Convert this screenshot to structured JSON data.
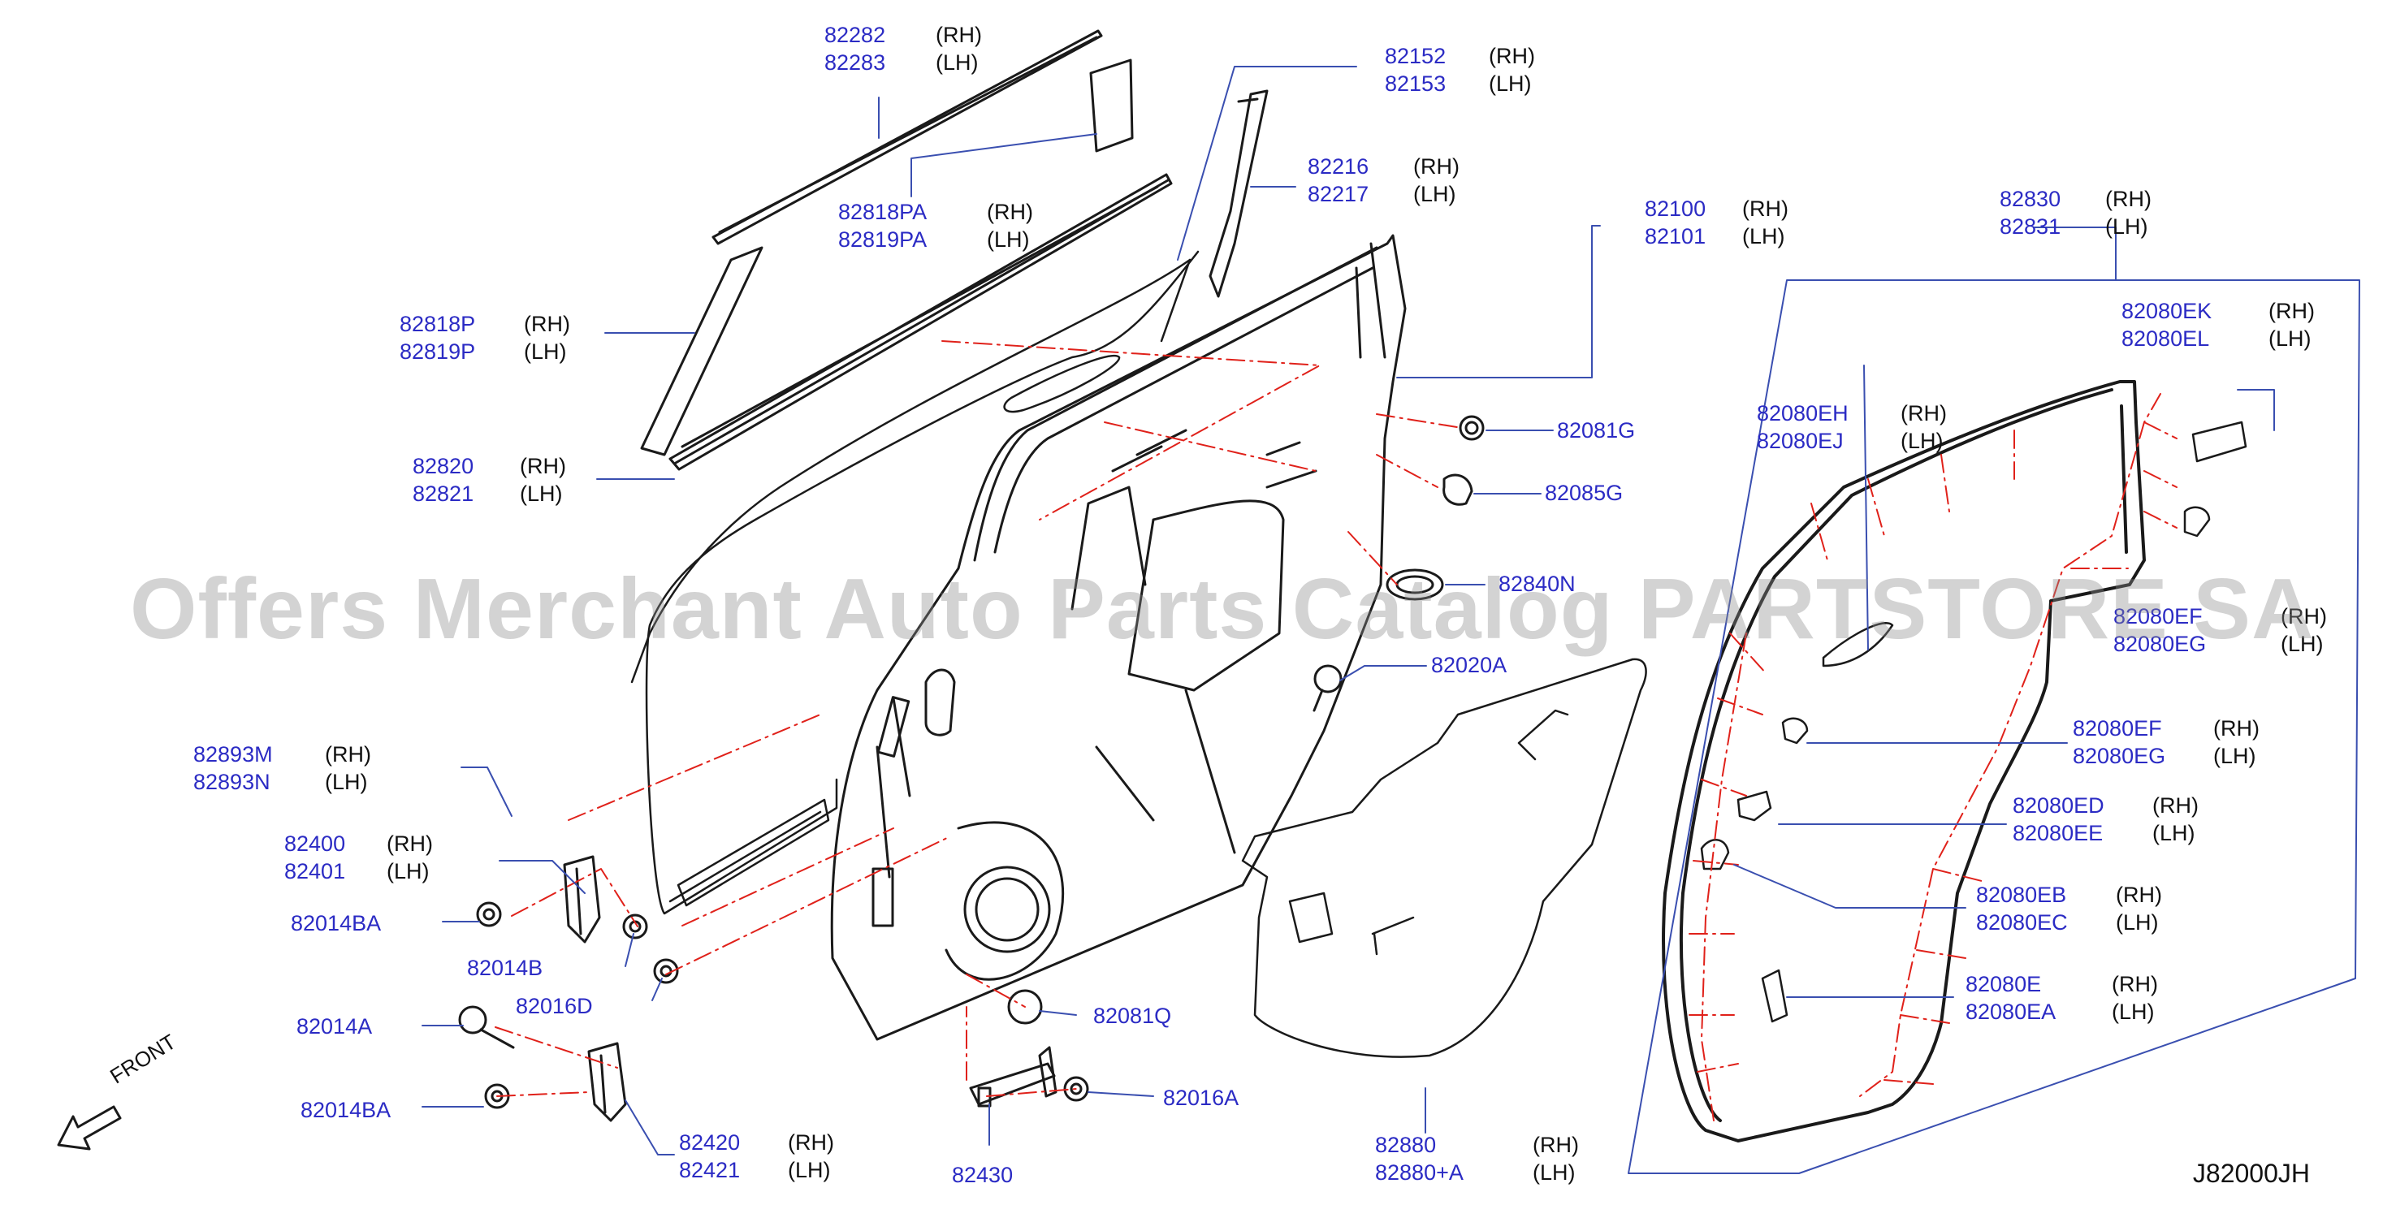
{
  "drawing_code": "J82000JH",
  "front_label": "FRONT",
  "watermark": "Offers Merchant Auto Parts Catalog PARTSTORE SA",
  "colors": {
    "part_number": "#2b2bc4",
    "leader": "#3a4fb0",
    "hidden_line": "#e0211a",
    "outline": "#1a1a1a"
  },
  "parts": [
    {
      "id": "p1",
      "part_numbers": [
        "82282",
        "82283"
      ],
      "sides": [
        "(RH)",
        "(LH)"
      ]
    },
    {
      "id": "p2",
      "part_numbers": [
        "82152",
        "82153"
      ],
      "sides": [
        "(RH)",
        "(LH)"
      ]
    },
    {
      "id": "p3",
      "part_numbers": [
        "82216",
        "82217"
      ],
      "sides": [
        "(RH)",
        "(LH)"
      ]
    },
    {
      "id": "p4",
      "part_numbers": [
        "82818PA",
        "82819PA"
      ],
      "sides": [
        "(RH)",
        "(LH)"
      ]
    },
    {
      "id": "p5",
      "part_numbers": [
        "82100",
        "82101"
      ],
      "sides": [
        "(RH)",
        "(LH)"
      ]
    },
    {
      "id": "p6",
      "part_numbers": [
        "82830",
        "82831"
      ],
      "sides": [
        "(RH)",
        "(LH)"
      ]
    },
    {
      "id": "p7",
      "part_numbers": [
        "82080EK",
        "82080EL"
      ],
      "sides": [
        "(RH)",
        "(LH)"
      ]
    },
    {
      "id": "p8",
      "part_numbers": [
        "82818P",
        "82819P"
      ],
      "sides": [
        "(RH)",
        "(LH)"
      ]
    },
    {
      "id": "p9",
      "part_numbers": [
        "82080EH",
        "82080EJ"
      ],
      "sides": [
        "(RH)",
        "(LH)"
      ]
    },
    {
      "id": "p10",
      "part_numbers": [
        "82081G"
      ],
      "sides": []
    },
    {
      "id": "p11",
      "part_numbers": [
        "82820",
        "82821"
      ],
      "sides": [
        "(RH)",
        "(LH)"
      ]
    },
    {
      "id": "p12",
      "part_numbers": [
        "82085G"
      ],
      "sides": []
    },
    {
      "id": "p13",
      "part_numbers": [
        "82840N"
      ],
      "sides": []
    },
    {
      "id": "p14",
      "part_numbers": [
        "82080EF",
        "82080EG"
      ],
      "sides": [
        "(RH)",
        "(LH)"
      ]
    },
    {
      "id": "p15",
      "part_numbers": [
        "82020A"
      ],
      "sides": []
    },
    {
      "id": "p16",
      "part_numbers": [
        "82080EF",
        "82080EG"
      ],
      "sides": [
        "(RH)",
        "(LH)"
      ]
    },
    {
      "id": "p17",
      "part_numbers": [
        "82893M",
        "82893N"
      ],
      "sides": [
        "(RH)",
        "(LH)"
      ]
    },
    {
      "id": "p18",
      "part_numbers": [
        "82080ED",
        "82080EE"
      ],
      "sides": [
        "(RH)",
        "(LH)"
      ]
    },
    {
      "id": "p19",
      "part_numbers": [
        "82400",
        "82401"
      ],
      "sides": [
        "(RH)",
        "(LH)"
      ]
    },
    {
      "id": "p20",
      "part_numbers": [
        "82080EB",
        "82080EC"
      ],
      "sides": [
        "(RH)",
        "(LH)"
      ]
    },
    {
      "id": "p21",
      "part_numbers": [
        "82014BA"
      ],
      "sides": []
    },
    {
      "id": "p22",
      "part_numbers": [
        "82014B"
      ],
      "sides": []
    },
    {
      "id": "p23",
      "part_numbers": [
        "82016D"
      ],
      "sides": []
    },
    {
      "id": "p24",
      "part_numbers": [
        "82080E",
        "82080EA"
      ],
      "sides": [
        "(RH)",
        "(LH)"
      ]
    },
    {
      "id": "p25",
      "part_numbers": [
        "82014A"
      ],
      "sides": []
    },
    {
      "id": "p26",
      "part_numbers": [
        "82081Q"
      ],
      "sides": []
    },
    {
      "id": "p27",
      "part_numbers": [
        "82016A"
      ],
      "sides": []
    },
    {
      "id": "p28",
      "part_numbers": [
        "82014BA"
      ],
      "sides": []
    },
    {
      "id": "p29",
      "part_numbers": [
        "82420",
        "82421"
      ],
      "sides": [
        "(RH)",
        "(LH)"
      ]
    },
    {
      "id": "p30",
      "part_numbers": [
        "82880",
        "82880+A"
      ],
      "sides": [
        "(RH)",
        "(LH)"
      ]
    },
    {
      "id": "p31",
      "part_numbers": [
        "82430"
      ],
      "sides": []
    }
  ]
}
